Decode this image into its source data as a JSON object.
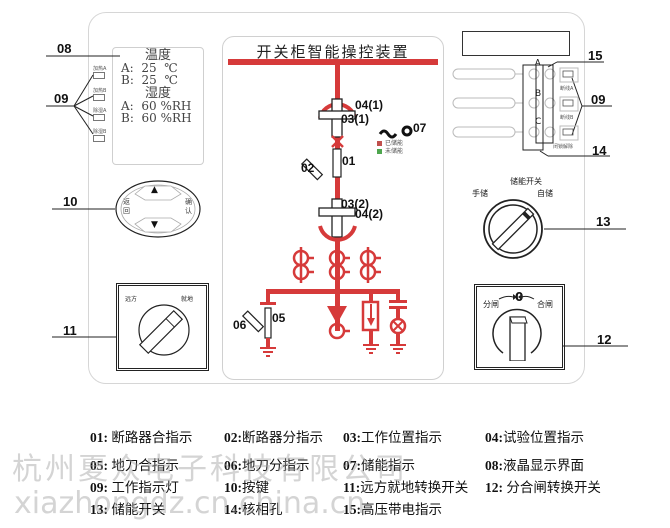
{
  "diagram": {
    "device_title": "开关柜智能操控装置",
    "lcd": {
      "temperature_heading": "温度",
      "humidity_heading": "湿度",
      "rows_temperature": [
        {
          "label": "A:",
          "value": "25",
          "unit": "℃"
        },
        {
          "label": "B:",
          "value": "25",
          "unit": "℃"
        }
      ],
      "rows_humidity": [
        {
          "label": "A:",
          "value": "60",
          "unit": "%RH"
        },
        {
          "label": "B:",
          "value": "60",
          "unit": "%RH"
        }
      ]
    },
    "left_indicator_labels": [
      "加热A",
      "加热B",
      "除湿A",
      "除湿B"
    ],
    "keypad": {
      "left_key": "返回",
      "right_key": "确认",
      "up_key": "▲",
      "down_key": "▼"
    },
    "remote_local_switch": {
      "left_label": "远方",
      "right_label": "就地"
    },
    "energy_switch": {
      "title": "储能开关",
      "left_label": "手储",
      "right_label": "自储"
    },
    "open_close_switch": {
      "left_label": "分闸",
      "center_label": "0",
      "right_label": "合闸"
    },
    "phase_labels": [
      "A",
      "B",
      "C"
    ],
    "right_indicator_labels": [
      "断线A",
      "断线B",
      "闭锁解除"
    ],
    "storage_legend": [
      {
        "label": "已储能",
        "color": "#c0504d"
      },
      {
        "label": "未储能",
        "color": "#4ea64e"
      }
    ],
    "mimic_labels": {
      "l04_1": "04(1)",
      "l03_1": "03(1)",
      "l07": "07",
      "l01": "01",
      "l02": "02",
      "l03_2": "03(2)",
      "l04_2": "04(2)",
      "l05": "05",
      "l06": "06"
    },
    "callouts": {
      "c08": "08",
      "c09_left": "09",
      "c10": "10",
      "c11": "11",
      "c15": "15",
      "c09_right": "09",
      "c14": "14",
      "c13": "13",
      "c12": "12"
    },
    "colors": {
      "mimic_red": "#d63a3a",
      "outline": "#222222"
    }
  },
  "legend": [
    {
      "num": "01:",
      "text": "断路器合指示"
    },
    {
      "num": "02:",
      "text": "断路器分指示"
    },
    {
      "num": "03:",
      "text": "工作位置指示"
    },
    {
      "num": "04:",
      "text": "试验位置指示"
    },
    {
      "num": "05:",
      "text": "地刀合指示"
    },
    {
      "num": "06:",
      "text": "地刀分指示"
    },
    {
      "num": "07:",
      "text": "储能指示"
    },
    {
      "num": "08:",
      "text": "液晶显示界面"
    },
    {
      "num": "09:",
      "text": "工作指示灯"
    },
    {
      "num": "10:",
      "text": "按键"
    },
    {
      "num": "11:",
      "text": "远方就地转换开关"
    },
    {
      "num": "12:",
      "text": "分合闸转换开关"
    },
    {
      "num": "13:",
      "text": "储能开关"
    },
    {
      "num": "14:",
      "text": "核相孔"
    },
    {
      "num": "15:",
      "text": "高压带电指示"
    }
  ],
  "watermark": {
    "line1": "杭州夏众电子科技有限公司",
    "line2": "xiazhongdz.cn.china.cn"
  }
}
